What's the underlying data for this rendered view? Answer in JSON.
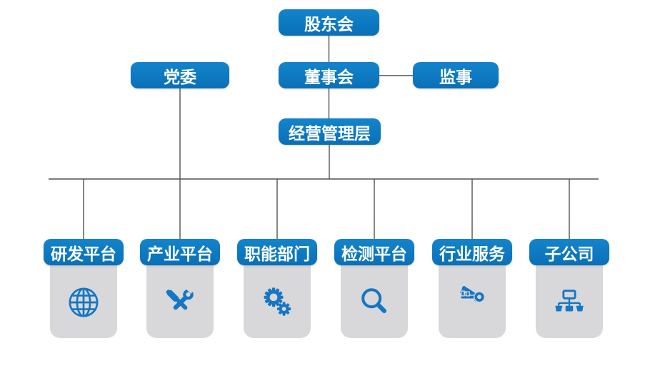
{
  "colors": {
    "accent_blue": "#0d79c1",
    "icon_blue": "#1576c3",
    "card_gray": "#d8d8da",
    "connector_gray": "#515151",
    "text_white": "#ffffff",
    "background": "#ffffff"
  },
  "org": {
    "shareholders": {
      "label": "股东会"
    },
    "party": {
      "label": "党委"
    },
    "board": {
      "label": "董事会"
    },
    "supervisor": {
      "label": "监事"
    },
    "management": {
      "label": "经营管理层"
    },
    "departments": [
      {
        "label": "研发平台",
        "icon": "globe-icon"
      },
      {
        "label": "产业平台",
        "icon": "hammer-wrench-icon"
      },
      {
        "label": "职能部门",
        "icon": "gears-icon"
      },
      {
        "label": "检测平台",
        "icon": "magnifier-icon"
      },
      {
        "label": "行业服务",
        "icon": "keys-icon"
      },
      {
        "label": "子公司",
        "icon": "sitemap-icon"
      }
    ]
  }
}
